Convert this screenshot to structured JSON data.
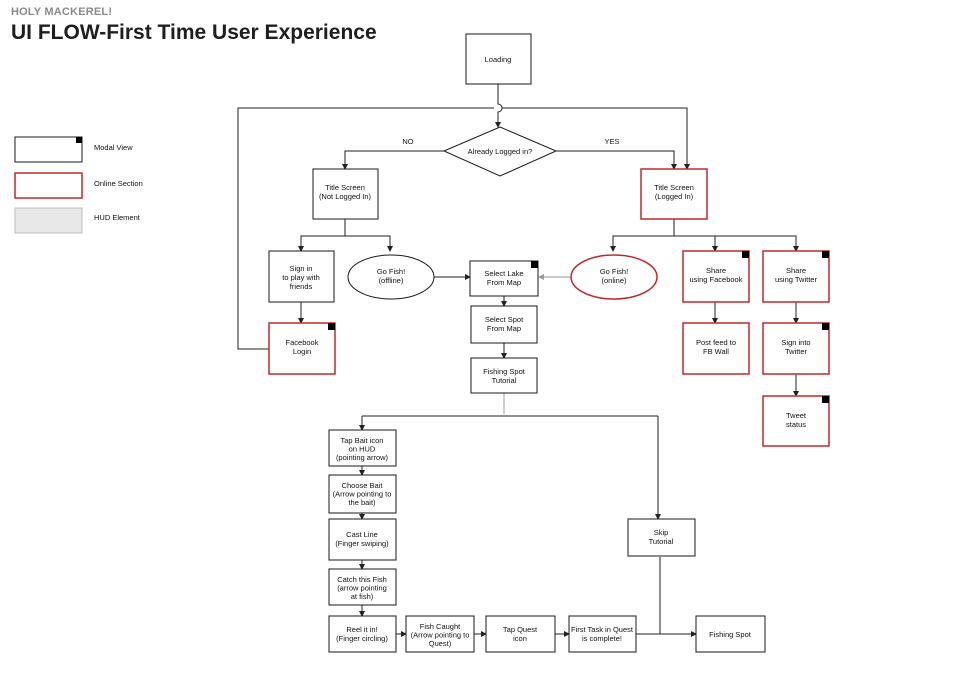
{
  "header": {
    "brand": "HOLY MACKEREL!",
    "title": "UI FLOW-First Time User Experience"
  },
  "legend": {
    "modal": "Modal View",
    "online": "Online Section",
    "hud": "HUD Element"
  },
  "nodes": {
    "loading": [
      "Loading"
    ],
    "logged_in": [
      "Already Logged in?"
    ],
    "no": [
      "NO"
    ],
    "yes": [
      "YES"
    ],
    "title_not": [
      "Title Screen",
      "(Not Logged In)"
    ],
    "title_logged": [
      "Title Screen",
      "(Logged In)"
    ],
    "sign_in": [
      "Sign in",
      "to play with",
      "friends"
    ],
    "go_off": [
      "Go Fish!",
      "(offline)"
    ],
    "select_lake": [
      "Select Lake",
      "From Map"
    ],
    "go_on": [
      "Go Fish!",
      "(online)"
    ],
    "share_fb": [
      "Share",
      "using Facebook"
    ],
    "share_tw": [
      "Share",
      "using Twitter"
    ],
    "fb_login": [
      "Facebook",
      "Login"
    ],
    "select_spot": [
      "Select Spot",
      "From Map"
    ],
    "post_fb": [
      "Post feed to",
      "FB Wall"
    ],
    "sign_tw": [
      "Sign into",
      "Twitter"
    ],
    "fish_tut": [
      "Fishing Spot",
      "Tutorial"
    ],
    "tweet": [
      "Tweet",
      "status"
    ],
    "tap_bait": [
      "Tap Bait icon",
      "on HUD",
      "(pointing arrow)"
    ],
    "choose_bait": [
      "Choose Bait",
      "(Arrow pointing to",
      "the bait)"
    ],
    "cast": [
      "Cast Line",
      "(Finger swiping)"
    ],
    "skip": [
      "Skip",
      "Tutorial"
    ],
    "catch": [
      "Catch this Fish",
      "(arrow pointing",
      "at fish)"
    ],
    "reel": [
      "Reel it in!",
      "(Finger circling)"
    ],
    "caught": [
      "Fish Caught",
      "(Arrow pointing to",
      "Quest)"
    ],
    "tap_quest": [
      "Tap Quest",
      "icon"
    ],
    "first_task": [
      "First Task in Quest",
      "is complete!"
    ],
    "fish_spot": [
      "Fishing Spot"
    ]
  }
}
